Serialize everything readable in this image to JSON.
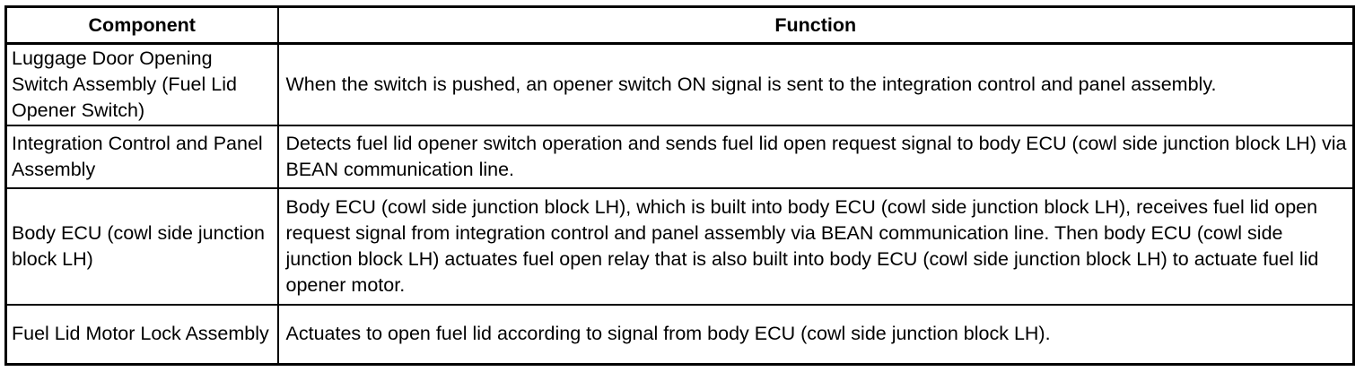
{
  "table": {
    "headers": {
      "component": "Component",
      "function": "Function"
    },
    "rows": [
      {
        "component": "Luggage Door Opening Switch Assembly (Fuel Lid Opener Switch)",
        "function": "When the switch is pushed, an opener switch ON signal is sent to the integration control and panel assembly."
      },
      {
        "component": "Integration Control and Panel Assembly",
        "function": "Detects fuel lid opener switch operation and sends fuel lid open request signal to body ECU (cowl side junction block LH) via BEAN communication line."
      },
      {
        "component": "Body ECU (cowl side junction block LH)",
        "function": "Body ECU (cowl side junction block LH), which is built into body ECU (cowl side junction block LH), receives fuel lid open request signal from integration control and panel assembly via BEAN communication line. Then body ECU (cowl side junction block LH) actuates fuel open relay that is also built into body ECU (cowl side junction block LH) to actuate fuel lid opener motor."
      },
      {
        "component": "Fuel Lid Motor Lock Assembly",
        "function": "Actuates to open fuel lid according to signal from body ECU (cowl side junction block LH)."
      }
    ]
  }
}
